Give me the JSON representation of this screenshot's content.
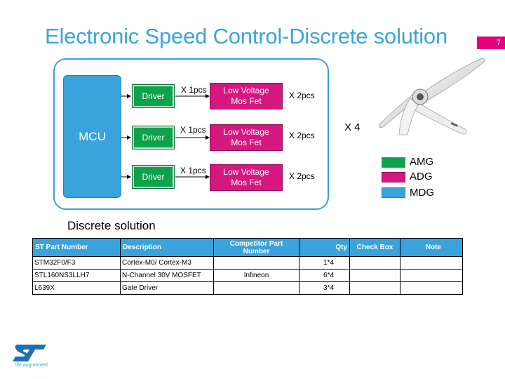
{
  "slide": {
    "title": "Electronic Speed Control-Discrete solution",
    "page_number": "7"
  },
  "diagram": {
    "mcu_label": "MCU",
    "rows": [
      {
        "driver_label": "Driver",
        "driver_qty": "X 1pcs",
        "mosfet_label_line1": "Low Voltage",
        "mosfet_label_line2": "Mos Fet",
        "mosfet_qty": "X 2pcs"
      },
      {
        "driver_label": "Driver",
        "driver_qty": "X 1pcs",
        "mosfet_label_line1": "Low Voltage",
        "mosfet_label_line2": "Mos Fet",
        "mosfet_qty": "X 2pcs"
      },
      {
        "driver_label": "Driver",
        "driver_qty": "X 1pcs",
        "mosfet_label_line1": "Low Voltage",
        "mosfet_label_line2": "Mos Fet",
        "mosfet_qty": "X 2pcs"
      }
    ],
    "multiplier": "X 4",
    "caption": "Discrete solution"
  },
  "legend": [
    {
      "label": "AMG",
      "color": "#0fa14c"
    },
    {
      "label": "ADG",
      "color": "#d6177f"
    },
    {
      "label": "MDG",
      "color": "#3aa3dc"
    }
  ],
  "table": {
    "headers": [
      "ST Part Number",
      "Description",
      "Competitor Part Number",
      "Qty",
      "Check Box",
      "Note"
    ],
    "rows": [
      [
        "STM32F0/F3",
        "Cortex-M0/ Cortex-M3",
        "",
        "1*4",
        "",
        ""
      ],
      [
        "STL160NS3LLH7",
        "N-Channel 30V MOSFET",
        "Infineon",
        "6*4",
        "",
        ""
      ],
      [
        "L639X",
        "Gate Driver",
        "",
        "3*4",
        "",
        ""
      ]
    ]
  },
  "branding": {
    "logo": "st-logo",
    "tagline": "life.augmented"
  }
}
